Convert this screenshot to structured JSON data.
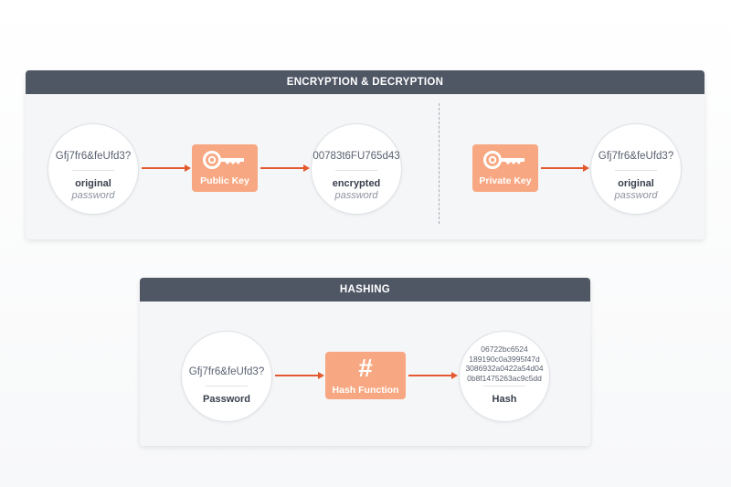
{
  "encryption": {
    "title": "ENCRYPTION & DECRYPTION",
    "original": {
      "value": "Gfj7fr6&feUfd3?",
      "title": "original",
      "subtitle": "password"
    },
    "public_key": {
      "label": "Public Key",
      "icon": "key-icon"
    },
    "encrypted": {
      "value": "00783t6FU765d43",
      "title": "encrypted",
      "subtitle": "password"
    },
    "private_key": {
      "label": "Private Key",
      "icon": "key-icon"
    },
    "decrypted": {
      "value": "Gfj7fr6&feUfd3?",
      "title": "original",
      "subtitle": "password"
    }
  },
  "hashing": {
    "title": "HASHING",
    "password": {
      "value": "Gfj7fr6&feUfd3?",
      "title": "Password"
    },
    "hash_function": {
      "label": "Hash Function",
      "glyph": "#",
      "icon": "hash-icon"
    },
    "hash": {
      "lines": [
        "06722bc6524",
        "189190c0a3995f47d",
        "3086932a0422a54d04",
        "0b8f1475263ac9c5dd"
      ],
      "title": "Hash"
    }
  },
  "colors": {
    "header": "#4f5664",
    "accent_box": "#f7a882",
    "arrow": "#e45a30"
  }
}
